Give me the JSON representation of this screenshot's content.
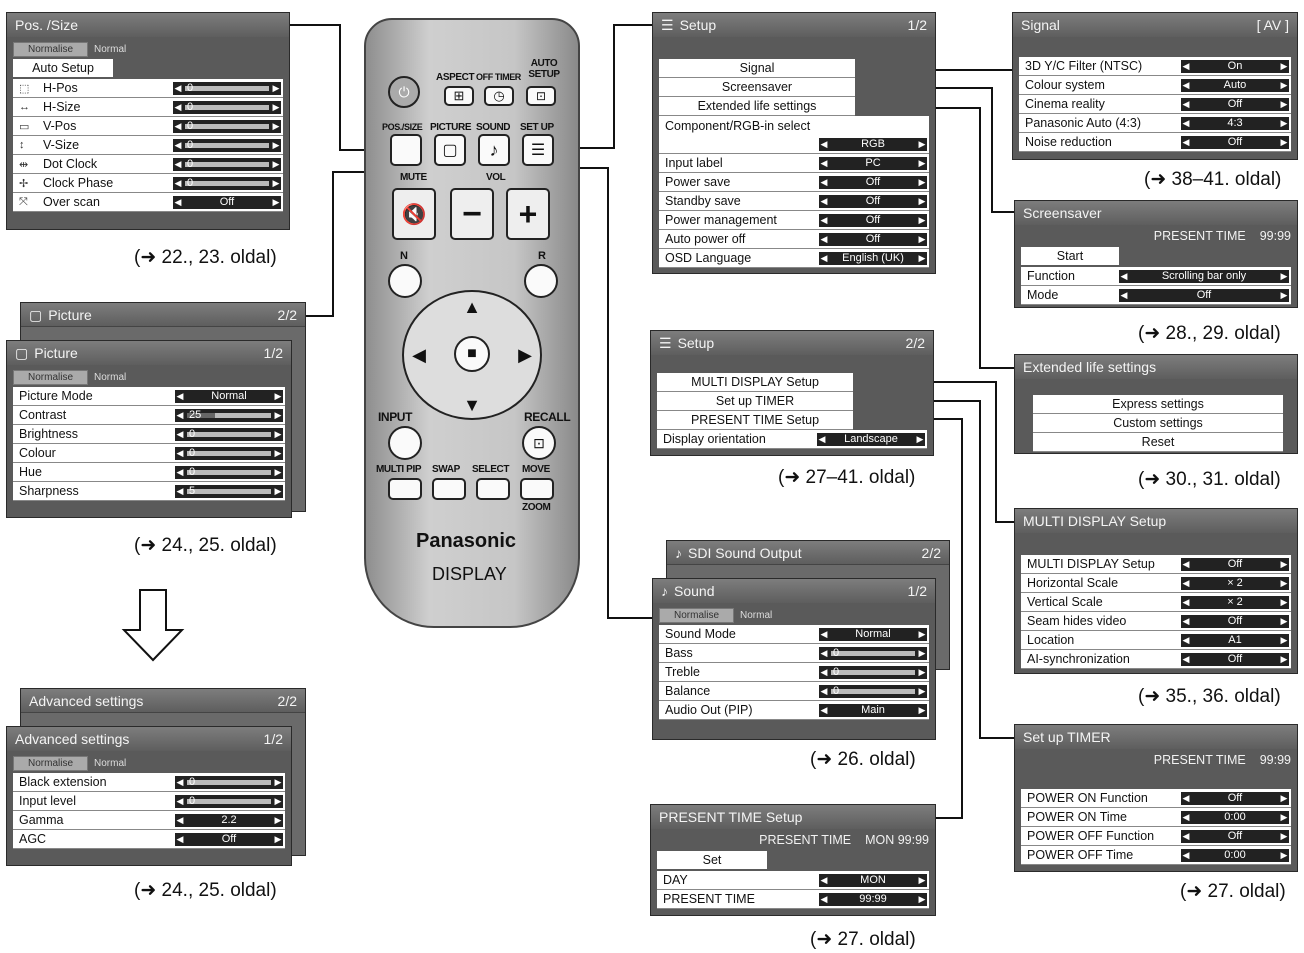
{
  "panels": {
    "pos_size": {
      "title": "Pos. /Size",
      "normalise": "Normalise",
      "normal": "Normal",
      "auto_setup": "Auto Setup",
      "rows": [
        {
          "label": "H-Pos",
          "value": "0"
        },
        {
          "label": "H-Size",
          "value": "0"
        },
        {
          "label": "V-Pos",
          "value": "0"
        },
        {
          "label": "V-Size",
          "value": "0"
        },
        {
          "label": "Dot Clock",
          "value": "0"
        },
        {
          "label": "Clock Phase",
          "value": "0"
        },
        {
          "label": "Over scan",
          "value": "Off"
        }
      ],
      "ref": "(➜ 22., 23. oldal)"
    },
    "picture": {
      "back_title": "Picture",
      "back_page": "2/2",
      "title": "Picture",
      "page": "1/2",
      "normalise": "Normalise",
      "normal": "Normal",
      "rows": [
        {
          "label": "Picture Mode",
          "value": "Normal"
        },
        {
          "label": "Contrast",
          "value": "25"
        },
        {
          "label": "Brightness",
          "value": "0"
        },
        {
          "label": "Colour",
          "value": "0"
        },
        {
          "label": "Hue",
          "value": "0"
        },
        {
          "label": "Sharpness",
          "value": "5"
        }
      ],
      "ref": "(➜ 24., 25. oldal)"
    },
    "advanced": {
      "back_title": "Advanced settings",
      "back_page": "2/2",
      "title": "Advanced settings",
      "page": "1/2",
      "normalise": "Normalise",
      "normal": "Normal",
      "rows": [
        {
          "label": "Black extension",
          "value": "0"
        },
        {
          "label": "Input level",
          "value": "0"
        },
        {
          "label": "Gamma",
          "value": "2.2"
        },
        {
          "label": "AGC",
          "value": "Off"
        }
      ],
      "ref": "(➜ 24., 25. oldal)"
    },
    "setup1": {
      "title": "Setup",
      "page": "1/2",
      "items": [
        "Signal",
        "Screensaver",
        "Extended life settings"
      ],
      "component_label": "Component/RGB-in select",
      "component_value": "RGB",
      "rows": [
        {
          "label": "Input label",
          "value": "PC"
        },
        {
          "label": "Power save",
          "value": "Off"
        },
        {
          "label": "Standby save",
          "value": "Off"
        },
        {
          "label": "Power management",
          "value": "Off"
        },
        {
          "label": "Auto power off",
          "value": "Off"
        },
        {
          "label": "OSD Language",
          "value": "English (UK)"
        }
      ]
    },
    "setup2": {
      "title": "Setup",
      "page": "2/2",
      "items": [
        "MULTI DISPLAY Setup",
        "Set up TIMER",
        "PRESENT TIME Setup"
      ],
      "rows": [
        {
          "label": "Display orientation",
          "value": "Landscape"
        }
      ],
      "ref": "(➜ 27–41. oldal)"
    },
    "sound": {
      "back_title": "SDI Sound Output",
      "back_page": "2/2",
      "title": "Sound",
      "page": "1/2",
      "normalise": "Normalise",
      "normal": "Normal",
      "rows": [
        {
          "label": "Sound Mode",
          "value": "Normal"
        },
        {
          "label": "Bass",
          "value": "0"
        },
        {
          "label": "Treble",
          "value": "0"
        },
        {
          "label": "Balance",
          "value": "0"
        },
        {
          "label": "Audio Out (PIP)",
          "value": "Main"
        }
      ],
      "ref": "(➜ 26. oldal)"
    },
    "present_time": {
      "title": "PRESENT TIME Setup",
      "pt_label": "PRESENT TIME",
      "pt_value": "MON 99:99",
      "set": "Set",
      "rows": [
        {
          "label": "DAY",
          "value": "MON"
        },
        {
          "label": "PRESENT TIME",
          "value": "99:99"
        }
      ],
      "ref": "(➜ 27. oldal)"
    },
    "signal": {
      "title": "Signal",
      "tag": "[ AV ]",
      "rows": [
        {
          "label": "3D Y/C Filter (NTSC)",
          "value": "On"
        },
        {
          "label": "Colour system",
          "value": "Auto"
        },
        {
          "label": "Cinema reality",
          "value": "Off"
        },
        {
          "label": "Panasonic Auto (4:3)",
          "value": "4:3"
        },
        {
          "label": "Noise reduction",
          "value": "Off"
        }
      ],
      "ref": "(➜ 38–41. oldal)"
    },
    "screensaver": {
      "title": "Screensaver",
      "pt_label": "PRESENT TIME",
      "pt_value": "99:99",
      "start": "Start",
      "rows": [
        {
          "label": "Function",
          "value": "Scrolling bar only"
        },
        {
          "label": "Mode",
          "value": "Off"
        }
      ],
      "ref": "(➜ 28., 29. oldal)"
    },
    "extended": {
      "title": "Extended life settings",
      "items": [
        "Express settings",
        "Custom settings",
        "Reset"
      ],
      "ref": "(➜ 30., 31. oldal)"
    },
    "multi": {
      "title": "MULTI DISPLAY Setup",
      "rows": [
        {
          "label": "MULTI DISPLAY Setup",
          "value": "Off"
        },
        {
          "label": "Horizontal Scale",
          "value": "× 2"
        },
        {
          "label": "Vertical Scale",
          "value": "× 2"
        },
        {
          "label": "Seam hides video",
          "value": "Off"
        },
        {
          "label": "Location",
          "value": "A1"
        },
        {
          "label": "AI-synchronization",
          "value": "Off"
        }
      ],
      "ref": "(➜ 35., 36. oldal)"
    },
    "timer": {
      "title": "Set up TIMER",
      "pt_label": "PRESENT TIME",
      "pt_value": "99:99",
      "rows": [
        {
          "label": "POWER ON Function",
          "value": "Off"
        },
        {
          "label": "POWER ON Time",
          "value": "0:00"
        },
        {
          "label": "POWER OFF Function",
          "value": "Off"
        },
        {
          "label": "POWER OFF Time",
          "value": "0:00"
        }
      ],
      "ref": "(➜ 27. oldal)"
    }
  },
  "remote": {
    "aspect": "ASPECT",
    "off_timer": "OFF TIMER",
    "auto_setup": "AUTO SETUP",
    "pos_size": "POS./SIZE",
    "picture": "PICTURE",
    "sound": "SOUND",
    "set_up": "SET UP",
    "mute": "MUTE",
    "vol": "VOL",
    "n": "N",
    "r": "R",
    "input": "INPUT",
    "recall": "RECALL",
    "multi_pip": "MULTI PIP",
    "swap": "SWAP",
    "select": "SELECT",
    "move": "MOVE",
    "zoom": "ZOOM",
    "brand": "Panasonic",
    "model": "DISPLAY"
  }
}
